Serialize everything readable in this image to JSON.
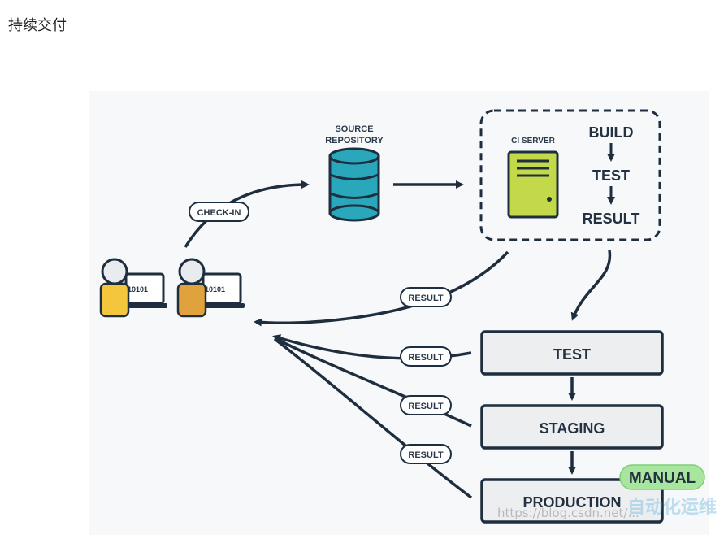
{
  "heading": "持续交付",
  "diagram": {
    "source_repository": [
      "SOURCE",
      "REPOSITORY"
    ],
    "check_in": "CHECK-IN",
    "ci_server": "CI SERVER",
    "ci_steps": [
      "BUILD",
      "TEST",
      "RESULT"
    ],
    "result_pill": "RESULT",
    "binary_text": "10101",
    "stages": [
      "TEST",
      "STAGING",
      "PRODUCTION"
    ],
    "manual_badge": "MANUAL",
    "colors": {
      "database": "#2aa8bb",
      "server": "#c4d949",
      "dev_light": "#f4c63d",
      "dev_dark": "#e0a23c",
      "manual": "#a8e6a0",
      "stroke": "#1e2e3e"
    }
  },
  "watermark": "https://blog.csdn.net/...",
  "logo_text": "自动化运维"
}
